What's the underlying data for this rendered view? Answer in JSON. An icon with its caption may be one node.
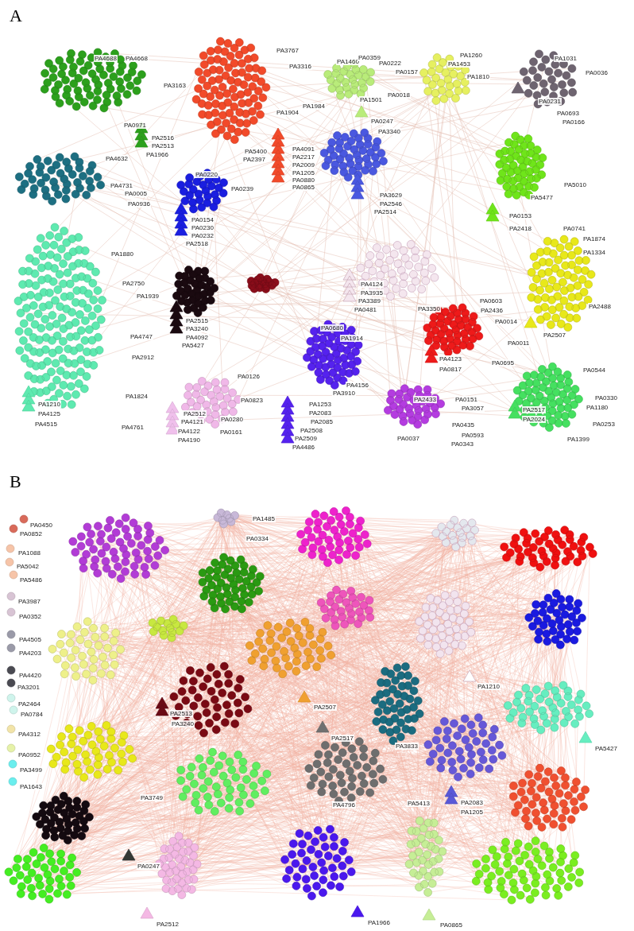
{
  "diagram": {
    "labels": [
      "A",
      "PA4688",
      "PA4668",
      "PA3767",
      "PA1460",
      "PA0359",
      "PA0222",
      "PA1260",
      "PA1453",
      "PA1031",
      "PA0157",
      "PA1810",
      "PA0036",
      "PA3316",
      "PA3163",
      "PA0018",
      "PA0231",
      "PA1984",
      "PA1904",
      "PA0693",
      "PA0166",
      "PA1501",
      "PA0971",
      "PA0247",
      "PA3340",
      "PA2516",
      "PA2513",
      "PA1966",
      "PA4091",
      "PA2217",
      "PA2009",
      "PA1205",
      "PA0880",
      "PA0865",
      "PA5400",
      "PA2397",
      "PA4632",
      "PA0220",
      "PA4731",
      "PA5010",
      "PA0239",
      "PA0005",
      "PA3629",
      "PA5477",
      "PA0936",
      "PA2546",
      "PA2514",
      "PA0154",
      "PA0153",
      "PA0230",
      "PA2418",
      "PA0741",
      "PA0232",
      "PA1874",
      "PA2518",
      "PA1334",
      "PA1880",
      "PA2750",
      "PA4124",
      "PA3935",
      "PA1939",
      "PA0603",
      "PA3389",
      "PA2488",
      "PA3350",
      "PA0481",
      "PA2436",
      "PA2515",
      "PA0014",
      "PA0680",
      "PA3240",
      "PA2507",
      "PA4747",
      "PA4092",
      "PA1914",
      "PA0011",
      "PA5427",
      "PA2912",
      "PA4123",
      "PA0695",
      "PA0817",
      "PA0544",
      "PA0126",
      "PA4156",
      "PA3910",
      "PA1824",
      "PA0823",
      "PA2433",
      "PA0151",
      "PA0330",
      "PA1253",
      "PA2083",
      "PA2085",
      "PA2508",
      "PA2509",
      "PA4486",
      "PA1210",
      "PA4125",
      "PA4515",
      "PA2512",
      "PA4121",
      "PA4122",
      "PA4190",
      "PA3057",
      "PA1180",
      "PA2517",
      "PA2024",
      "PA0280",
      "PA0253",
      "PA0435",
      "PA4761",
      "PA0161",
      "PA0593",
      "PA0037",
      "PA1399",
      "PA0343",
      "B",
      "PA0450",
      "PA0852",
      "PA1485",
      "PA0334",
      "PA1088",
      "PA5042",
      "PA5486",
      "PA3987",
      "PA0352",
      "PA4505",
      "PA4203",
      "PA4420",
      "PA1210",
      "PA3201",
      "PA2464",
      "PA2507",
      "PA2513",
      "PA0784",
      "PA3240",
      "PA4312",
      "PA2517",
      "PA3833",
      "PA5427",
      "PA0952",
      "PA3499",
      "PA1643",
      "PA3749",
      "PA2083",
      "PA5413",
      "PA4796",
      "PA1205",
      "PA0247",
      "PA2512",
      "PA1966",
      "PA0865"
    ]
  }
}
